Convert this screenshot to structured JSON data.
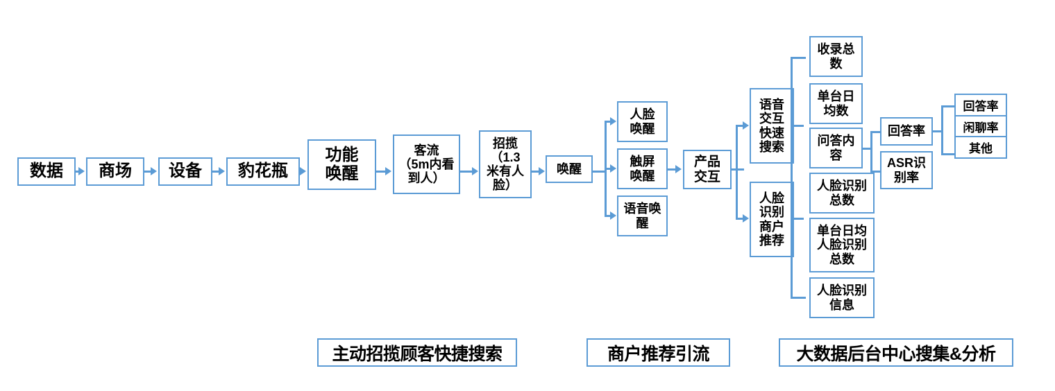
{
  "diagram": {
    "type": "flowchart",
    "accent_color": "#5B9BD5",
    "background": "#ffffff",
    "chain": [
      {
        "id": "data",
        "label": "数据"
      },
      {
        "id": "mall",
        "label": "商场"
      },
      {
        "id": "device",
        "label": "设备"
      },
      {
        "id": "bottle",
        "label": "豹花瓶"
      },
      {
        "id": "func_wake",
        "label": "功能\n唤醒"
      },
      {
        "id": "traffic",
        "label": "客流\n（5m内看\n到人）"
      },
      {
        "id": "solicit",
        "label": "招揽\n（1.3\n米有人\n脸）"
      },
      {
        "id": "wake",
        "label": "唤醒"
      }
    ],
    "wake_methods": [
      {
        "id": "face_wake",
        "label": "人脸\n唤醒"
      },
      {
        "id": "touch_wake",
        "label": "触屏\n唤醒"
      },
      {
        "id": "voice_wake",
        "label": "语音唤\n醒"
      }
    ],
    "product_interaction": {
      "id": "product_interaction",
      "label": "产品\n交互"
    },
    "branches": [
      {
        "id": "voice_search",
        "label": "语音\n交互\n快速\n搜索"
      },
      {
        "id": "face_recommend",
        "label": "人脸\n识别\n商户\n推荐"
      }
    ],
    "metrics": [
      {
        "id": "total_collected",
        "label": "收录总\n数"
      },
      {
        "id": "daily_avg_per_unit",
        "label": "单台日\n均数"
      },
      {
        "id": "qa_content",
        "label": "问答内\n容"
      },
      {
        "id": "face_recog_total",
        "label": "人脸识别\n总数"
      },
      {
        "id": "face_recog_daily_avg",
        "label": "单台日均\n人脸识别\n总数"
      },
      {
        "id": "face_recog_info",
        "label": "人脸识别\n信息"
      }
    ],
    "qa_metrics": [
      {
        "id": "answer_rate",
        "label": "回答率"
      },
      {
        "id": "asr_rate",
        "label": "ASR识\n别率"
      }
    ],
    "answer_breakdown": [
      {
        "id": "answer_rate_leaf",
        "label": "回答率"
      },
      {
        "id": "chat_rate_leaf",
        "label": "闲聊率"
      },
      {
        "id": "other_leaf",
        "label": "其他"
      }
    ],
    "captions": [
      {
        "id": "caption_active_search",
        "label": "主动招揽顾客快捷搜索"
      },
      {
        "id": "caption_merchant_rec",
        "label": "商户推荐引流"
      },
      {
        "id": "caption_bigdata",
        "label": "大数据后台中心搜集&分析"
      }
    ]
  }
}
